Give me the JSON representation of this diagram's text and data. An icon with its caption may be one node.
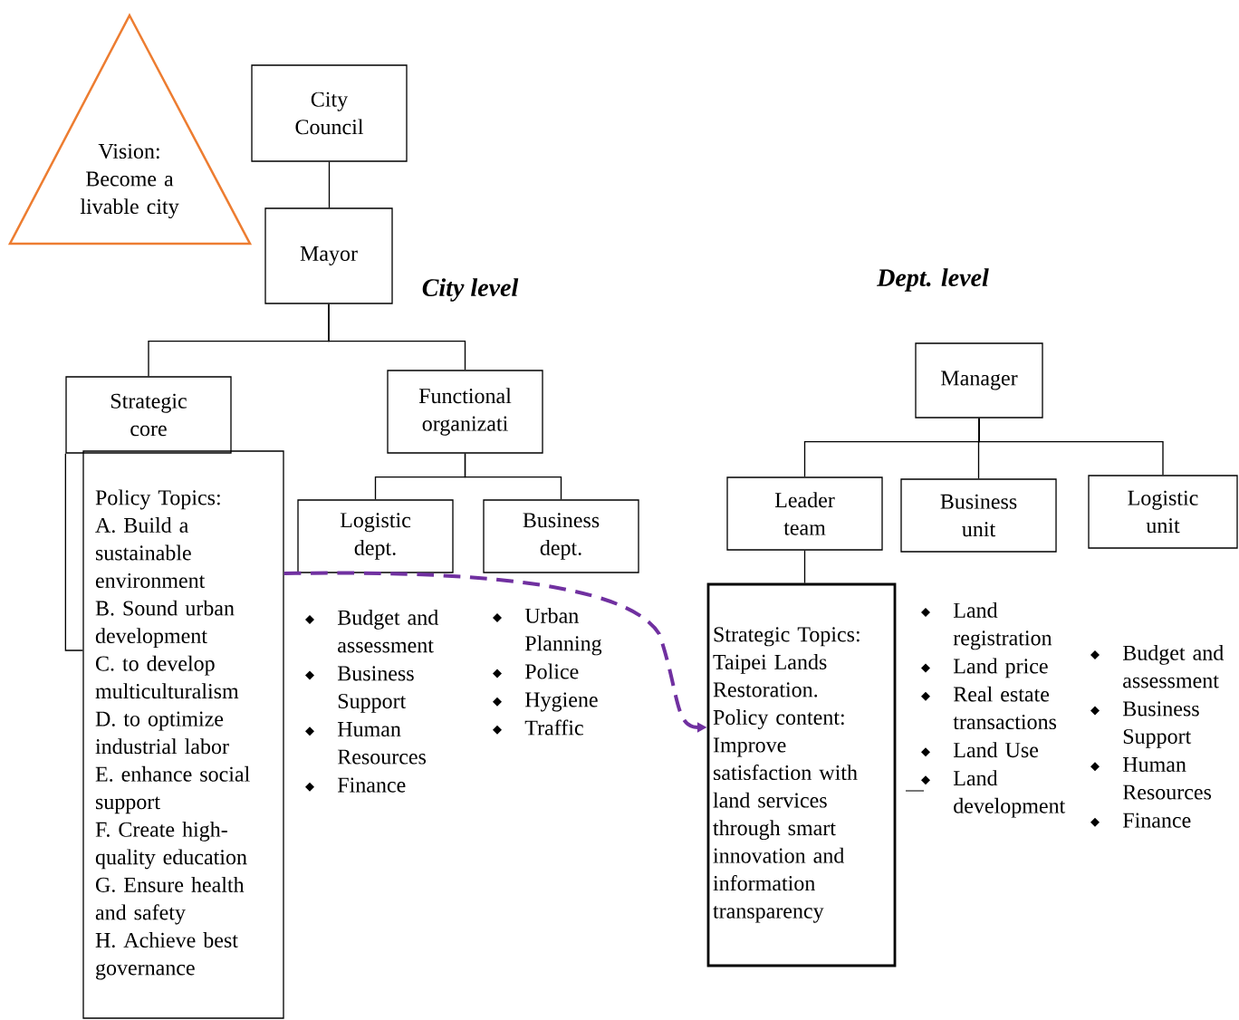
{
  "diagram": {
    "nodes": [
      {
        "text": [
          "Vision: Become a livable city"
        ]
      },
      {
        "text": [
          "City Council"
        ]
      },
      {
        "text": [
          "Mayor"
        ]
      },
      {
        "text": [
          "Strategic core"
        ]
      },
      {
        "text": [
          "Functional organizati"
        ]
      },
      {
        "text": [
          "Policy Topics:",
          "A. Build a sustainable environment",
          "B. Sound urban development",
          "C. to develop multiculturalism",
          "D. to optimize industrial labor",
          "E. enhance social support",
          "F. Create high-quality education",
          "G. Ensure health and safety",
          "H. Achieve best governance"
        ]
      },
      {
        "text": [
          "Logistic dept."
        ]
      },
      {
        "text": [
          "Business dept."
        ]
      },
      {
        "text": [
          "Manager"
        ]
      },
      {
        "text": [
          "Leader team"
        ]
      },
      {
        "text": [
          "Business unit"
        ]
      },
      {
        "text": [
          "Logistic unit"
        ]
      },
      {
        "text": [
          "Strategic Topics: Taipei Lands Restoration.",
          "Policy content: Improve satisfaction with land services through smart innovation and information transparency"
        ]
      }
    ],
    "edges": [
      {
        "from": 1,
        "to": 2,
        "arrow": "none"
      },
      {
        "from": 2,
        "to": 3,
        "arrow": "none"
      },
      {
        "from": 2,
        "to": 4,
        "arrow": "none"
      },
      {
        "from": 3,
        "to": 5,
        "arrow": "none"
      },
      {
        "from": 4,
        "to": 6,
        "arrow": "none"
      },
      {
        "from": 4,
        "to": 7,
        "arrow": "none"
      },
      {
        "from": 8,
        "to": 9,
        "arrow": "none"
      },
      {
        "from": 8,
        "to": 10,
        "arrow": "none"
      },
      {
        "from": 8,
        "to": 11,
        "arrow": "none"
      },
      {
        "from": 9,
        "to": 12,
        "arrow": "none"
      },
      {
        "from": 5,
        "to": 12,
        "arrow": "to",
        "style": "dashed",
        "color": "#7030a0"
      }
    ],
    "labels": [
      "City level",
      "Dept. level",
      "Budget and assessment",
      "Business Support",
      "Human Resources",
      "Finance",
      "Urban Planning",
      "Police",
      "Hygiene",
      "Traffic",
      "Land registration",
      "Land price",
      "Real estate transactions",
      "Land Use",
      "Land development",
      "Budget and assessment",
      "Business Support",
      "Human Resources",
      "Finance"
    ]
  }
}
